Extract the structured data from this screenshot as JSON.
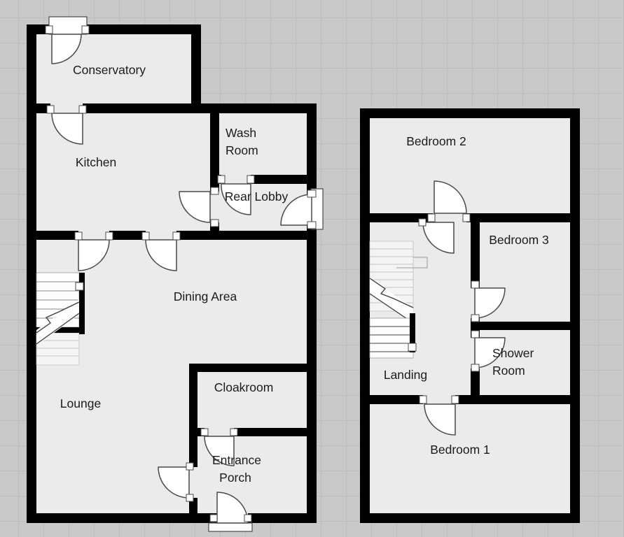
{
  "theme": {
    "background": "#c9c9c9",
    "grid_line": "#bcbcbc",
    "wall_color": "#000000",
    "room_fill": "#ebebeb",
    "door_fill": "#ffffff",
    "door_line": "#4a4a4a",
    "text_color": "#1b1b1b"
  },
  "floors": {
    "ground": {
      "rooms": [
        {
          "name": "conservatory",
          "label": "Conservatory"
        },
        {
          "name": "kitchen",
          "label": "Kitchen"
        },
        {
          "name": "wash-room",
          "lines": [
            "Wash",
            "Room"
          ]
        },
        {
          "name": "rear-lobby",
          "label": "Rear Lobby"
        },
        {
          "name": "dining-area",
          "label": "Dining Area"
        },
        {
          "name": "lounge",
          "label": "Lounge"
        },
        {
          "name": "cloakroom",
          "label": "Cloakroom"
        },
        {
          "name": "entrance-porch",
          "lines": [
            "Entrance",
            "Porch"
          ]
        }
      ]
    },
    "first": {
      "rooms": [
        {
          "name": "bedroom-2",
          "label": "Bedroom 2"
        },
        {
          "name": "bedroom-3",
          "label": "Bedroom 3"
        },
        {
          "name": "shower-room",
          "lines": [
            "Shower",
            "Room"
          ]
        },
        {
          "name": "landing",
          "label": "Landing"
        },
        {
          "name": "bedroom-1",
          "label": "Bedroom 1"
        }
      ]
    }
  }
}
